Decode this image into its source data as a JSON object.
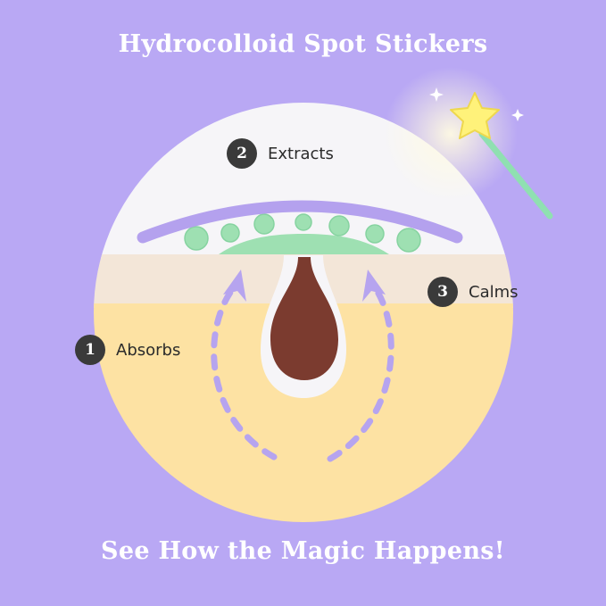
{
  "title": "Hydrocolloid Spot Stickers",
  "subtitle": "See How the Magic Happens!",
  "steps": [
    {
      "number": "1",
      "label": "Absorbs"
    },
    {
      "number": "2",
      "label": "Extracts"
    },
    {
      "number": "3",
      "label": "Calms"
    }
  ],
  "colors": {
    "background": "#b9a8f4",
    "sticker": "#f6f5f8",
    "skin_top": "#f3e6d8",
    "skin_deep": "#fde2a3",
    "patch": "#b4a1ee",
    "gunk": "#9ee0b2",
    "pimple": "#7b3b2f",
    "arrow": "#b6a4ef",
    "badge": "#3a3a3a",
    "wand": "#8fe0b1",
    "star": "#fff27a"
  }
}
